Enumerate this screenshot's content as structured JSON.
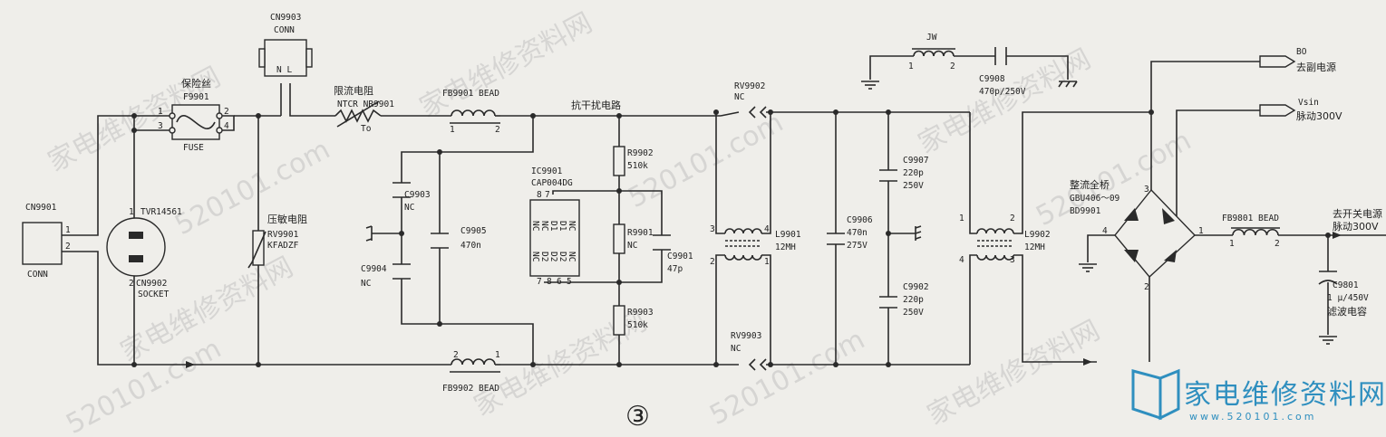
{
  "labels": {
    "cn9901": "CN9901",
    "cn9901_conn": "CONN",
    "cn9901_pin1": "1",
    "cn9901_pin2": "2",
    "cn9903": "CN9903",
    "cn9903_conn": "CONN",
    "cn9903_nl": "N  L",
    "fuse_cn": "保险丝",
    "fuse_ref": "F9901",
    "fuse_val": "FUSE",
    "fuse_p1": "1",
    "fuse_p3": "3",
    "fuse_p2": "2",
    "fuse_p4": "4",
    "socket_val": "TVR14561",
    "socket_ref": "CN9902",
    "socket_type": "SOCKET",
    "socket_p1": "1",
    "socket_p2": "2",
    "varistor_cn": "压敏电阻",
    "varistor_ref": "RV9901",
    "varistor_val": "KFADZF",
    "ntc_cn": "限流电阻",
    "ntc_val": "NTCR  NR9901",
    "ntc_to": "To",
    "fb9901": "FB9901  BEAD",
    "fb9901_p1": "1",
    "fb9901_p2": "2",
    "fb9902": "FB9902  BEAD",
    "fb9902_p1": "1",
    "fb9902_p2": "2",
    "emi_cn": "抗干扰电路",
    "c9903_ref": "C9903",
    "c9903_val": "NC",
    "c9904_ref": "C9904",
    "c9904_val": "NC",
    "c9905_ref": "C9905",
    "c9905_val": "470n",
    "ic_ref": "IC9901",
    "ic_val": "CAP004DG",
    "ic_top": [
      "NC",
      "NC",
      "D1",
      "D1",
      "NC"
    ],
    "ic_bot": [
      "NC",
      "D2",
      "D2",
      "D2",
      "NC"
    ],
    "ic_pins_top": [
      "8",
      "7"
    ],
    "ic_pins_bot": [
      "7",
      "8",
      "6",
      "5"
    ],
    "r9902_ref": "R9902",
    "r9902_val": "510k",
    "r9901_ref": "R9901",
    "r9901_val": "NC",
    "r9903_ref": "R9903",
    "r9903_val": "510k",
    "c9901_ref": "C9901",
    "c9901_val": "47p",
    "rv9902_ref": "RV9902",
    "rv9902_val": "NC",
    "rv9903_ref": "RV9903",
    "rv9903_val": "NC",
    "l9901_ref": "L9901",
    "l9901_val": "12MH",
    "l9901_p3": "3",
    "l9901_p4": "4",
    "l9901_p2": "2",
    "l9901_p1": "1",
    "c9906_ref": "C9906",
    "c9906_val1": "470n",
    "c9906_val2": "275V",
    "c9907_ref": "C9907",
    "c9907_val1": "220p",
    "c9907_val2": "250V",
    "c9902_ref": "C9902",
    "c9902_val1": "220p",
    "c9902_val2": "250V",
    "jw": "JW",
    "jw_p1": "1",
    "jw_p2": "2",
    "c9908_ref": "C9908",
    "c9908_val": "470p/250V",
    "l9902_ref": "L9902",
    "l9902_val": "12MH",
    "l9902_p1": "1",
    "l9902_p2": "2",
    "l9902_p4": "4",
    "l9902_p3": "3",
    "bridge_cn": "整流全桥",
    "bridge_val": "GBU406～09",
    "bridge_ref": "BD9901",
    "bridge_p3": "3",
    "bridge_p4": "4",
    "bridge_p1": "1",
    "bridge_p2": "2",
    "bo": "BO",
    "bo_cn": "去副电源",
    "vsin": "Vsin",
    "vsin_cn": "脉动300V",
    "fb9801": "FB9801  BEAD",
    "fb9801_p1": "1",
    "fb9801_p2": "2",
    "out_cn1": "去开关电源",
    "out_cn2": "脉动300V",
    "c9801_ref": "C9801",
    "c9801_val": "1 μ/450V",
    "c9801_cn": "滤波电容",
    "fig_num": "③",
    "watermark_cn": "家电维修资料网",
    "watermark_url": "520101.com",
    "logo_cn": "家电维修资料网",
    "logo_url": "www.520101.com"
  }
}
